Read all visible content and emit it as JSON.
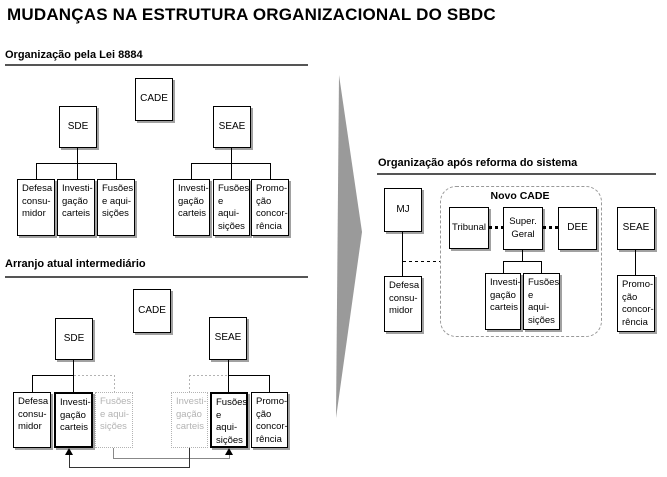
{
  "title": "MUDANÇAS NA ESTRUTURA ORGANIZACIONAL DO SBDC",
  "s1": {
    "header": "Organização pela Lei 8884",
    "cade": "CADE",
    "sde": "SDE",
    "seae": "SEAE",
    "defesa": "Defesa\nconsu-\nmidor",
    "investigacao": "Investi-\ngação\ncarteis",
    "fusoes": "Fusões\ne aqui-\nsições",
    "promocao": "Promo-\nção\nconcor-\nrência"
  },
  "s2": {
    "header": "Arranjo atual intermediário",
    "cade": "CADE",
    "sde": "SDE",
    "seae": "SEAE",
    "defesa": "Defesa\nconsu-\nmidor",
    "investigacao_sde": "Investi-\ngação\ncarteis",
    "fusoes_ghost": "Fusões\ne aqui-\nsições",
    "investigacao_ghost": "Investi-\ngação\ncarteis",
    "fusoes_seae": "Fusões\ne aqui-\nsições",
    "promocao": "Promo-\nção\nconcor-\nrência"
  },
  "s3": {
    "header": "Organização após reforma do sistema",
    "mj": "MJ",
    "novo_cade": "Novo CADE",
    "tribunal": "Tribunal",
    "super_geral": "Super.\nGeral",
    "dee": "DEE",
    "seae": "SEAE",
    "defesa": "Defesa\nconsu-\nmidor",
    "investigacao": "Investi-\ngação\ncarteis",
    "fusoes": "Fusões\ne aqui-\nsições",
    "promocao": "Promo-\nção\nconcor-\nrência"
  },
  "colors": {
    "arrow": "#9a9a9a",
    "ghost": "#b3b3b3"
  }
}
